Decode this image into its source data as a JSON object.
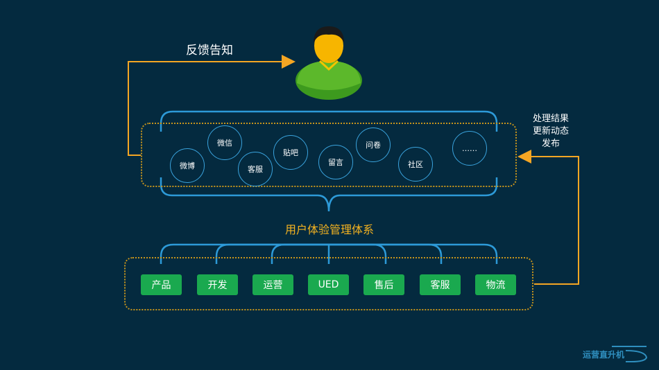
{
  "feedback_label": "反馈告知",
  "process_label": [
    "处理结果",
    "更新动态",
    "发布"
  ],
  "system_title": "用户体验管理体系",
  "channels": [
    "微博",
    "微信",
    "客服",
    "贴吧",
    "留言",
    "问卷",
    "社区",
    "……"
  ],
  "departments": [
    "产品",
    "开发",
    "运营",
    "UED",
    "售后",
    "客服",
    "物流"
  ],
  "logo_text": "运营直升机",
  "colors": {
    "background": "#042a3f",
    "arrow": "#f5a623",
    "bracket": "#2d9ad8",
    "dept_fill": "#1aa94f",
    "title": "#f5b320"
  }
}
